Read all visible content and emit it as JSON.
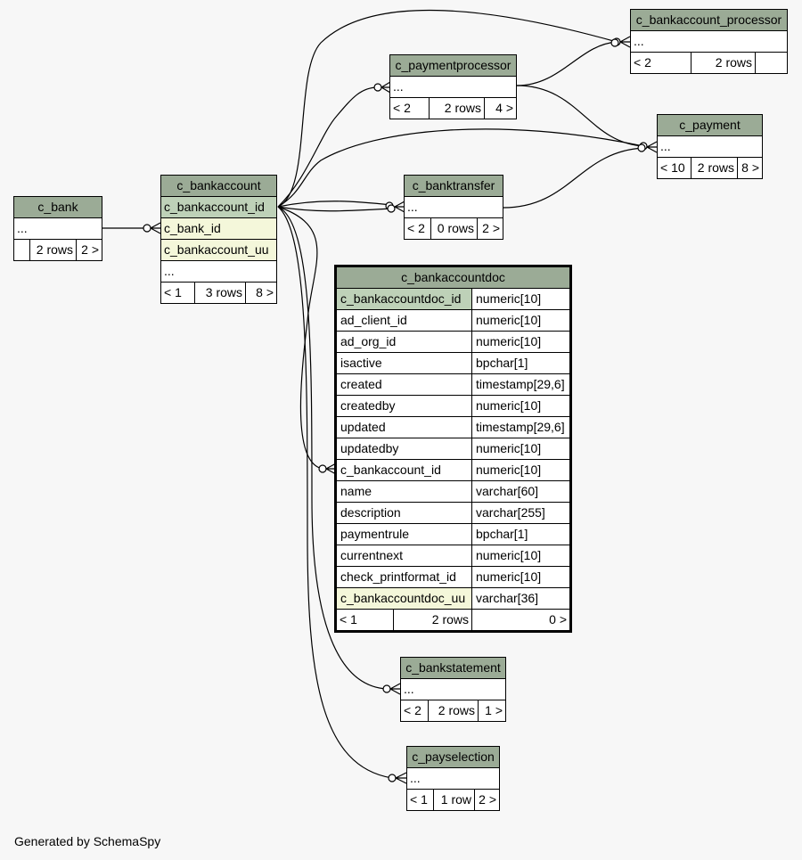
{
  "tables": {
    "c_bank": {
      "name": "c_bank",
      "ellipsis": "...",
      "footer": [
        "",
        "2 rows",
        "2 >"
      ]
    },
    "c_bankaccount": {
      "name": "c_bankaccount",
      "columns": [
        "c_bankaccount_id",
        "c_bank_id",
        "c_bankaccount_uu",
        "..."
      ],
      "footer": [
        "< 1",
        "3 rows",
        "8 >"
      ]
    },
    "c_paymentprocessor": {
      "name": "c_paymentprocessor",
      "ellipsis": "...",
      "footer": [
        "< 2",
        "2 rows",
        "4 >"
      ]
    },
    "c_bankaccount_processor": {
      "name": "c_bankaccount_processor",
      "ellipsis": "...",
      "footer": [
        "< 2",
        "2 rows",
        ""
      ]
    },
    "c_payment": {
      "name": "c_payment",
      "ellipsis": "...",
      "footer": [
        "< 10",
        "2 rows",
        "8 >"
      ]
    },
    "c_banktransfer": {
      "name": "c_banktransfer",
      "ellipsis": "...",
      "footer": [
        "< 2",
        "0 rows",
        "2 >"
      ]
    },
    "c_bankaccountdoc": {
      "name": "c_bankaccountdoc",
      "columns": [
        {
          "name": "c_bankaccountdoc_id",
          "type": "numeric[10]",
          "kind": "pk"
        },
        {
          "name": "ad_client_id",
          "type": "numeric[10]",
          "kind": ""
        },
        {
          "name": "ad_org_id",
          "type": "numeric[10]",
          "kind": ""
        },
        {
          "name": "isactive",
          "type": "bpchar[1]",
          "kind": ""
        },
        {
          "name": "created",
          "type": "timestamp[29,6]",
          "kind": ""
        },
        {
          "name": "createdby",
          "type": "numeric[10]",
          "kind": ""
        },
        {
          "name": "updated",
          "type": "timestamp[29,6]",
          "kind": ""
        },
        {
          "name": "updatedby",
          "type": "numeric[10]",
          "kind": ""
        },
        {
          "name": "c_bankaccount_id",
          "type": "numeric[10]",
          "kind": ""
        },
        {
          "name": "name",
          "type": "varchar[60]",
          "kind": ""
        },
        {
          "name": "description",
          "type": "varchar[255]",
          "kind": ""
        },
        {
          "name": "paymentrule",
          "type": "bpchar[1]",
          "kind": ""
        },
        {
          "name": "currentnext",
          "type": "numeric[10]",
          "kind": ""
        },
        {
          "name": "check_printformat_id",
          "type": "numeric[10]",
          "kind": ""
        },
        {
          "name": "c_bankaccountdoc_uu",
          "type": "varchar[36]",
          "kind": "fk"
        }
      ],
      "footer": [
        "< 1",
        "2 rows",
        "0 >"
      ]
    },
    "c_bankstatement": {
      "name": "c_bankstatement",
      "ellipsis": "...",
      "footer": [
        "< 2",
        "2 rows",
        "1 >"
      ]
    },
    "c_payselection": {
      "name": "c_payselection",
      "ellipsis": "...",
      "footer": [
        "< 1",
        "1 row",
        "2 >"
      ]
    }
  },
  "generated_by": "Generated by SchemaSpy",
  "colors": {
    "header": "#9bab96",
    "primary_key": "#bed1b8",
    "foreign_key": "#f4f7da",
    "background": "#f7f7f7"
  }
}
